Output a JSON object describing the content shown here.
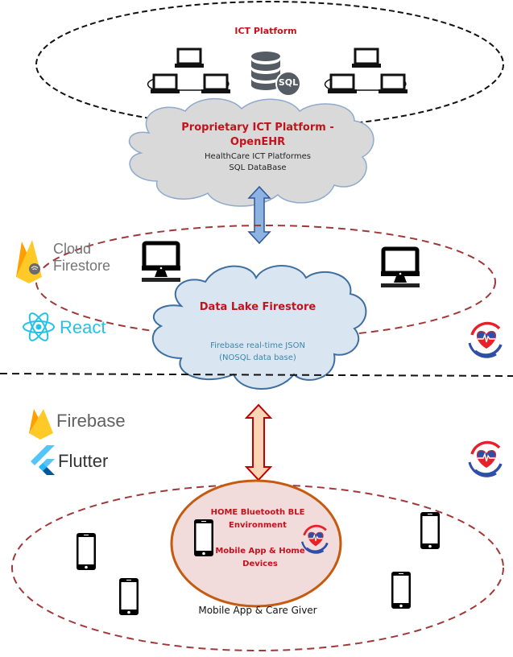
{
  "diagram": {
    "top_zone": {
      "title": "ICT Platform",
      "cloud": {
        "title_line1": "Proprietary ICT Platform -",
        "title_line2": "OpenEHR",
        "sub_line1": "HealthCare ICT Platformes",
        "sub_line2": "SQL DataBase"
      },
      "sql_badge": "SQL"
    },
    "middle_zone": {
      "cloud": {
        "title": "Data Lake Firestore",
        "sub_line1": "Firebase real-time JSON",
        "sub_line2": "(NOSQL data base)"
      }
    },
    "bottom_zone": {
      "inner_ellipse": {
        "line1": "HOME Bluetooth BLE",
        "line2": "Environment",
        "line3": "Mobile App &  Home",
        "line4": "Devices"
      },
      "caption": "Mobile App  & Care Giver"
    },
    "logos": {
      "cloud_firestore_line1": "Cloud",
      "cloud_firestore_line2": "Firestore",
      "react": "React",
      "firebase": "Firebase",
      "flutter": "Flutter"
    },
    "colors": {
      "title_red": "#c0141c",
      "dashed_red": "#a0383a",
      "cloud_grey": "#d9d9d9",
      "cloud_blue": "#dae5f2",
      "cloud_stroke": "#3e6f9e",
      "arrow_blue": "#8db3e2",
      "arrow_red": "#c00000",
      "arrow_peach": "#fbd5b5",
      "home_fill": "#f2dcdb",
      "home_stroke": "#c55a11",
      "react_cyan": "#22c3e6"
    }
  }
}
